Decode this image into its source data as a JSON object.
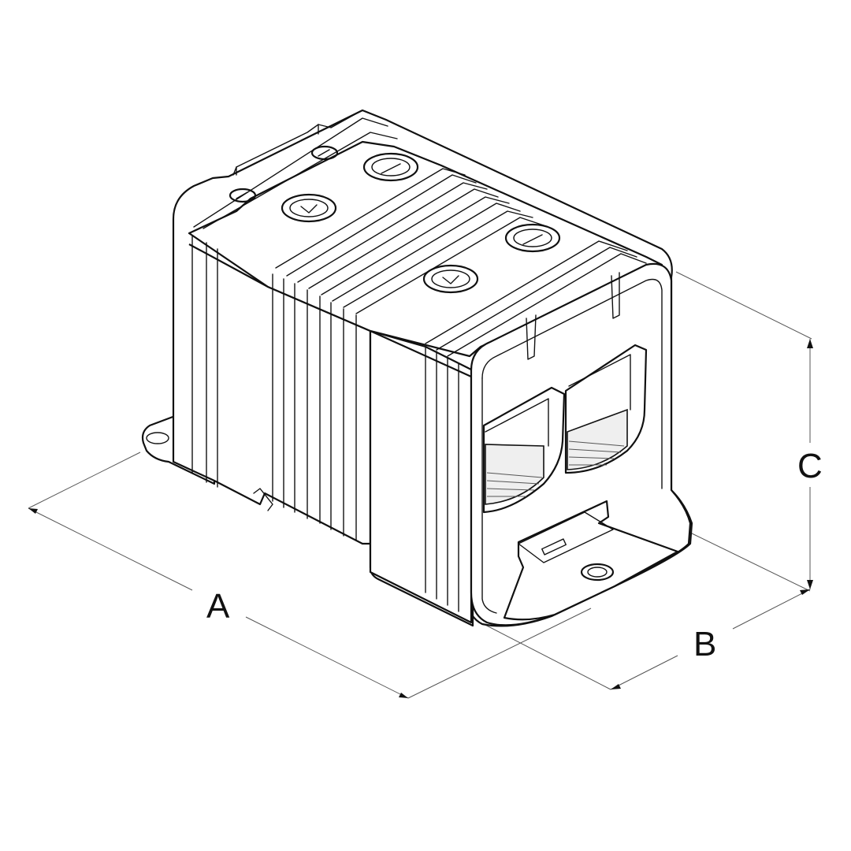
{
  "dimensions": {
    "a": "A",
    "b": "B",
    "c": "C"
  }
}
